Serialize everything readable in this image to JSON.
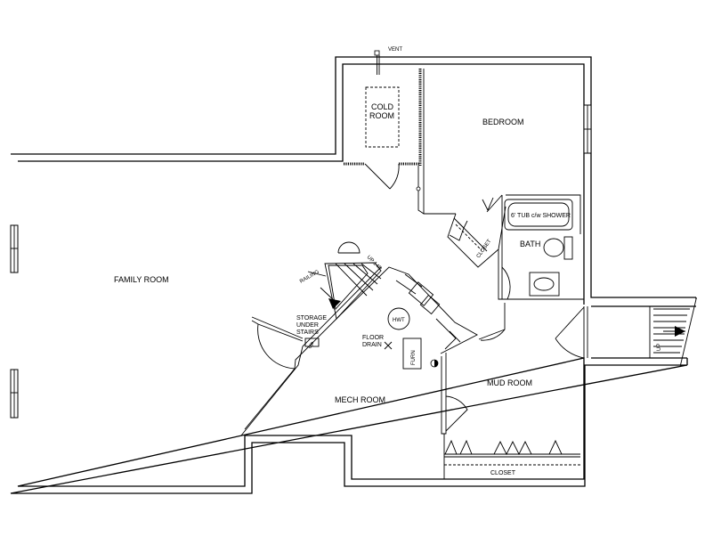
{
  "labels": {
    "vent": "VENT",
    "cold_room_1": "COLD",
    "cold_room_2": "ROOM",
    "bedroom": "BEDROOM",
    "family_room": "FAMILY ROOM",
    "tub": "6' TUB c/w SHOWER",
    "bath": "BATH",
    "closet_bath": "CLOSET",
    "railing": "RAILING",
    "stairs_up": "UP 14R",
    "storage_1": "STORAGE",
    "storage_2": "UNDER",
    "storage_3": "STAIRS",
    "hwt": "HWT",
    "floor_drain_1": "FLOOR",
    "floor_drain_2": "DRAIN",
    "furn": "FURN",
    "mech_room": "MECH ROOM",
    "mud_room": "MUD ROOM",
    "closet_mud": "CLOSET",
    "up_exterior": "UP",
    "storage_up": "UP"
  }
}
